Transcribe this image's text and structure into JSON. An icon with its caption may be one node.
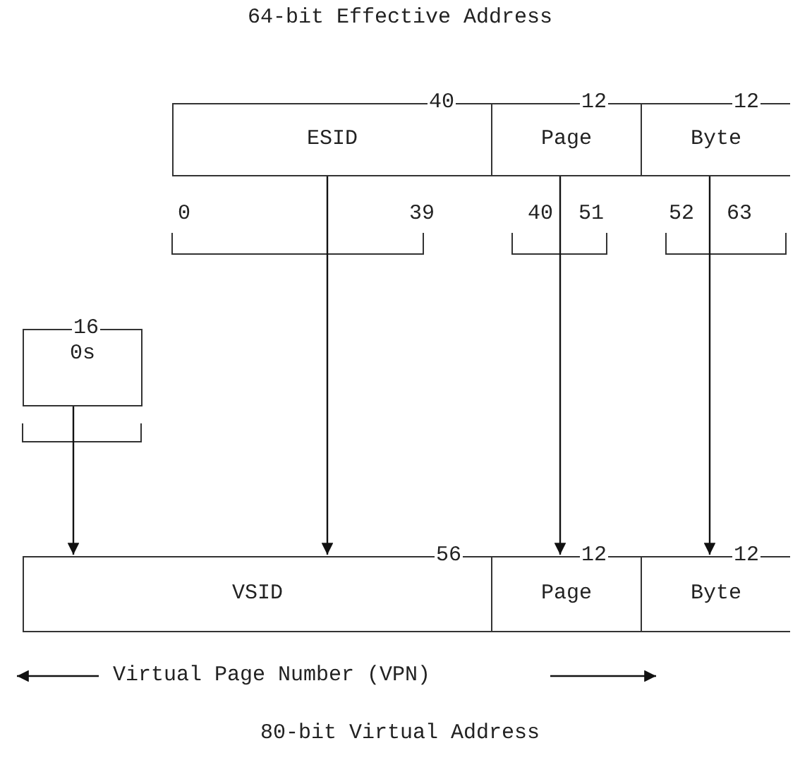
{
  "diagram": {
    "title": "64-bit Effective Address",
    "caption": "80-bit Virtual Address",
    "nodes": [
      {
        "text": [
          "ESID"
        ],
        "beside": [
          "40"
        ]
      },
      {
        "text": [
          "Page"
        ],
        "beside": [
          "12"
        ]
      },
      {
        "text": [
          "Byte"
        ],
        "beside": [
          "12"
        ]
      },
      {
        "text": [
          "0s"
        ],
        "beside": [
          "16"
        ]
      },
      {
        "text": [
          "VSID"
        ],
        "beside": [
          "56"
        ]
      },
      {
        "text": [
          "Page"
        ],
        "beside": [
          "12"
        ]
      },
      {
        "text": [
          "Byte"
        ],
        "beside": [
          "12"
        ]
      }
    ],
    "edges": [
      {
        "from": 3,
        "to": 4,
        "arrow": "to"
      },
      {
        "from": 0,
        "to": 4,
        "arrow": "to"
      },
      {
        "from": 1,
        "to": 5,
        "arrow": "to"
      },
      {
        "from": 2,
        "to": 6,
        "arrow": "to"
      }
    ],
    "labels": [
      "0",
      "39",
      "40",
      "51",
      "52",
      "63",
      "Virtual Page Number (VPN)"
    ]
  }
}
